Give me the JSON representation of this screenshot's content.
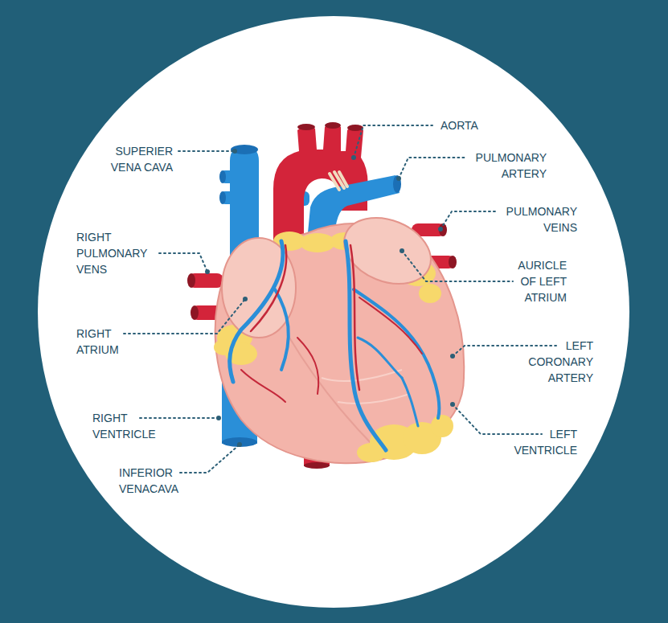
{
  "diagram": {
    "labels": [
      "AORTA",
      "SUPERIER VENA CAVA",
      "PULMONARY ARTERY",
      "PULMONARY VEINS",
      "RIGHT PULMONARY VENS",
      "AURICLE OF LEFT ATRIUM",
      "RIGHT ATRIUM",
      "LEFT CORONARY ARTERY",
      "RIGHT VENTRICLE",
      "LEFT VENTRICLE",
      "INFERIOR VENACAVA"
    ]
  }
}
